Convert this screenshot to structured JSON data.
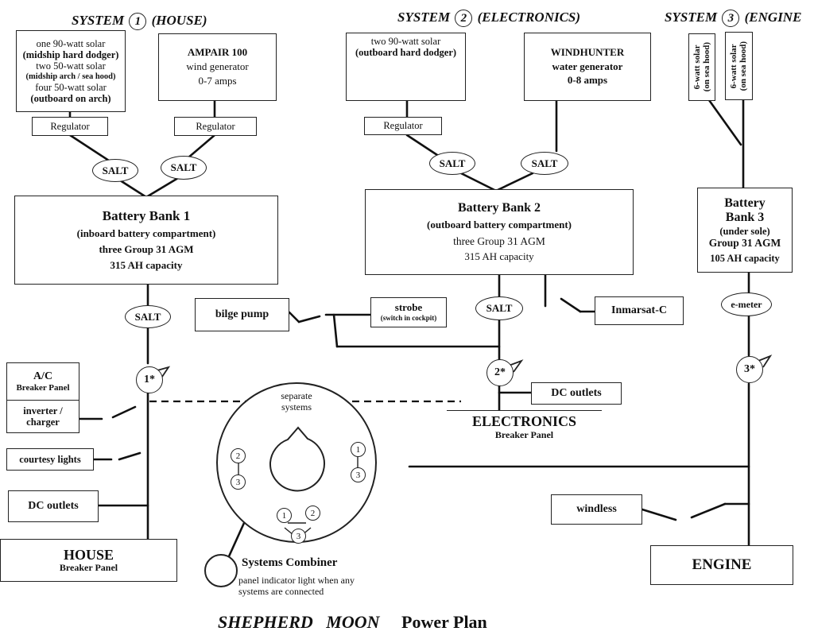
{
  "headers": {
    "system1": {
      "prefix": "SYSTEM",
      "num": "1",
      "suffix": "(HOUSE)"
    },
    "system2": {
      "prefix": "SYSTEM",
      "num": "2",
      "suffix": "(ELECTRONICS)"
    },
    "system3": {
      "prefix": "SYSTEM",
      "num": "3",
      "suffix": "(ENGINE"
    }
  },
  "system1": {
    "solar_lines": [
      "one 90-watt solar",
      "(midship hard dodger)",
      "two 50-watt solar",
      "(midship arch  /  sea hood)",
      "four 50-watt solar",
      "(outboard on arch)"
    ],
    "wind_lines": [
      "AMPAIR 100",
      "wind generator",
      "0-7 amps"
    ],
    "regulator1": "Regulator",
    "regulator2": "Regulator",
    "salt1": "SALT",
    "salt2": "SALT",
    "battery_lines": [
      "Battery  Bank  1",
      "(inboard battery compartment)",
      "three Group 31 AGM",
      "315 AH  capacity"
    ],
    "salt3": "SALT",
    "switch_label": "1*",
    "ac_panel": {
      "title": "A/C",
      "sub": "Breaker Panel"
    },
    "inverter": "inverter / charger",
    "courtesy": "courtesy lights",
    "dc_outlets": "DC outlets",
    "house_panel": {
      "title": "HOUSE",
      "sub": "Breaker Panel"
    }
  },
  "system2": {
    "solar_lines": [
      "two 90-watt solar",
      "(outboard hard dodger)"
    ],
    "water_lines": [
      "WINDHUNTER",
      "water generator",
      "0-8  amps"
    ],
    "regulator": "Regulator",
    "salt1": "SALT",
    "salt2": "SALT",
    "battery_lines": [
      "Battery  Bank  2",
      "(outboard battery compartment)",
      "three Group 31 AGM",
      "315 AH  capacity"
    ],
    "bilge": "bilge pump",
    "strobe": {
      "title": "strobe",
      "sub": "(switch in cockpit)"
    },
    "salt3": "SALT",
    "inmarsat": "Inmarsat-C",
    "switch_label": "2*",
    "dc_outlets": "DC outlets",
    "elec_panel": {
      "title": "ELECTRONICS",
      "sub": "Breaker Panel"
    }
  },
  "system3": {
    "solar1": [
      "6-watt solar",
      "(on sea hood)"
    ],
    "solar2": [
      "6-watt solar",
      "(on sea hood)"
    ],
    "battery_lines": [
      "Battery",
      "Bank  3",
      "(under sole)",
      "Group 31 AGM",
      "105 AH capacity"
    ],
    "emeter": "e-meter",
    "switch_label": "3*",
    "windless": "windless",
    "engine_panel": "ENGINE"
  },
  "combiner": {
    "separate": "separate systems",
    "pos_left": [
      "2",
      "3"
    ],
    "pos_right": [
      "1",
      "3"
    ],
    "pos_bottom": [
      "1",
      "2",
      "3"
    ],
    "title": "Systems Combiner",
    "desc": "panel indicator light when any systems are connected"
  },
  "footer": {
    "name": "SHEPHERD   MOON",
    "suffix": "Power Plan"
  }
}
